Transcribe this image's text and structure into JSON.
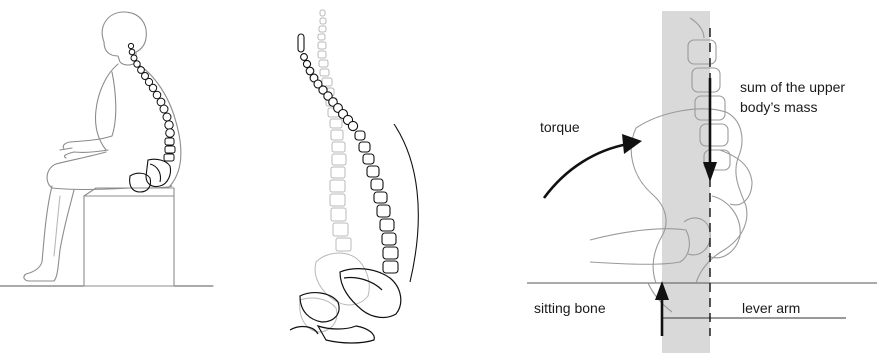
{
  "labels": {
    "torque": "torque",
    "mass_line1": "sum of the upper",
    "mass_line2": "body’s mass",
    "sitting_bone": "sitting bone",
    "lever_arm": "lever arm"
  },
  "colors": {
    "outline": "#8c8c8c",
    "light_outline": "#b8b8b8",
    "ink": "#111111",
    "band": "#d9d9d9"
  },
  "panels": [
    "seated-figure",
    "spine-comparison",
    "pelvis-torque"
  ]
}
